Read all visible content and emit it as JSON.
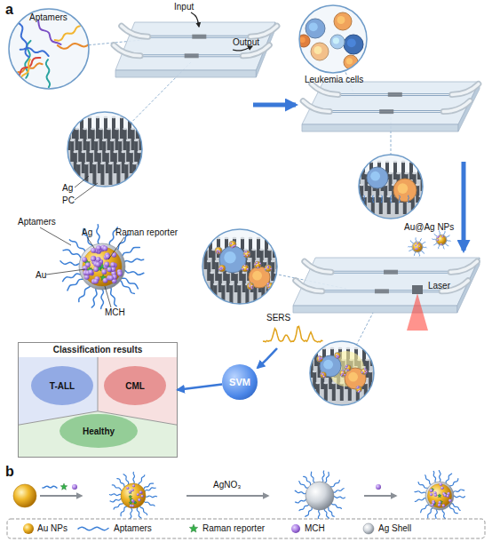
{
  "diagram": {
    "nodes": [
      {
        "text": [
          "Classification results"
        ]
      },
      {
        "text": [
          "T-ALL"
        ],
        "in": 0
      },
      {
        "text": [
          "CML"
        ],
        "in": 0
      },
      {
        "text": [
          "Healthy"
        ],
        "in": 0
      },
      {
        "text": [
          "SVM"
        ]
      }
    ],
    "edges": [
      {
        "from": 4,
        "to": 0,
        "arrow": "to"
      }
    ],
    "labels": [
      "a",
      "Aptamers",
      "Input",
      "Output",
      "Leukemia cells",
      "Ag",
      "PC",
      "Au@Ag NPs",
      "Aptamers",
      "Ag",
      "Raman reporter",
      "Au",
      "MCH",
      "Laser",
      "SERS",
      "b",
      "AgNO₃"
    ],
    "legend": [
      {
        "text": "Au NPs"
      },
      {
        "text": "Aptamers"
      },
      {
        "text": "Raman reporter"
      },
      {
        "text": "MCH"
      },
      {
        "text": "Ag Shell"
      }
    ]
  }
}
